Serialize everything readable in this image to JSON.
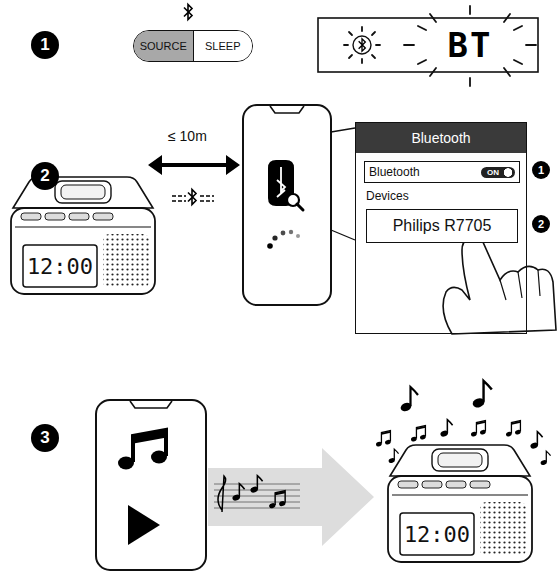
{
  "diagram": {
    "nodes": [
      {
        "text": [
          "SOURCE",
          "SLEEP"
        ]
      },
      {
        "text": [
          "BT"
        ]
      },
      {
        "text": [
          "12:00"
        ]
      },
      {
        "text": [
          "Bluetooth",
          "Devices"
        ]
      },
      {
        "text": [
          "Bluetooth",
          "ON"
        ],
        "in": 3
      },
      {
        "text": [
          "Philips R7705"
        ],
        "in": 3
      },
      {
        "text": [
          "12:00"
        ]
      }
    ],
    "labels": [
      "1",
      "2",
      "3",
      "≤ 10m",
      "1",
      "2"
    ]
  }
}
